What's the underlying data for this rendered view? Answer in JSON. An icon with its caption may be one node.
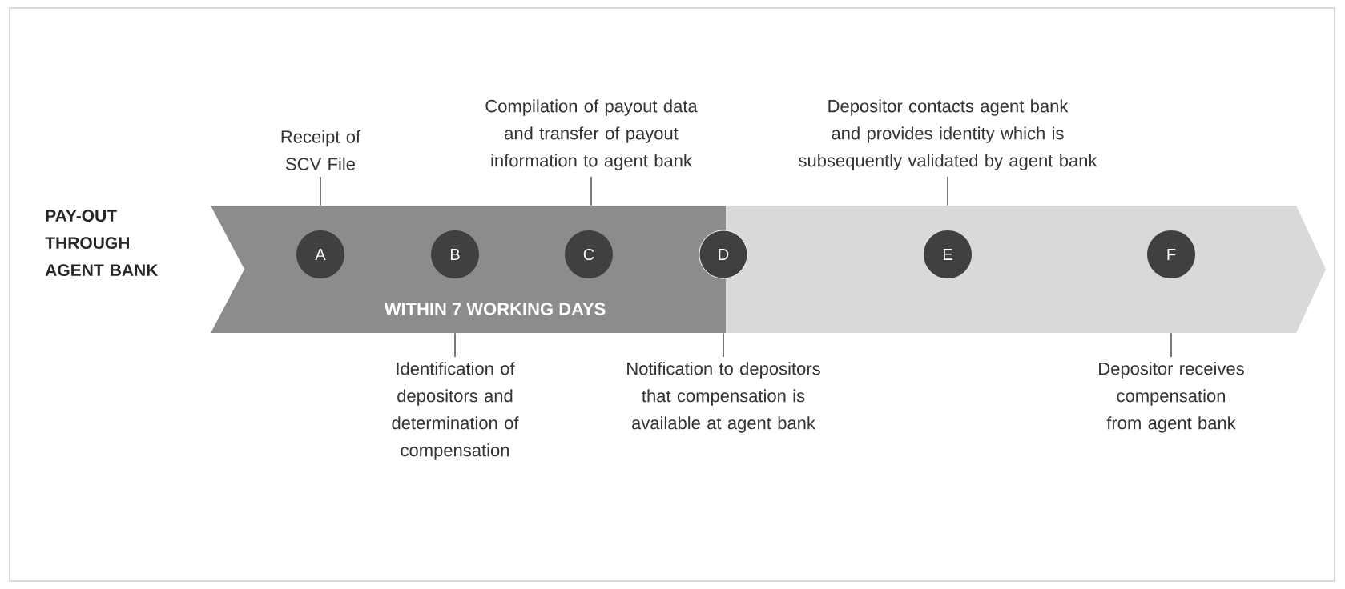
{
  "diagram": {
    "nodes": [
      {
        "text": [
          "WITHIN 7 WORKING DAYS"
        ]
      },
      {
        "text": [],
        "shape": "bar"
      },
      {
        "text": [
          "A"
        ],
        "in": 0
      },
      {
        "text": [
          "B"
        ],
        "in": 0
      },
      {
        "text": [
          "C"
        ],
        "in": 0
      },
      {
        "text": [
          "D"
        ]
      },
      {
        "text": [
          "E"
        ],
        "in": 1
      },
      {
        "text": [
          "F"
        ],
        "in": 1
      },
      {
        "text": [
          "Receipt of SCV File"
        ]
      },
      {
        "text": [
          "Compilation of payout data and transfer of payout information to agent bank"
        ]
      },
      {
        "text": [
          "Depositor contacts agent bank and provides identity which is subsequently validated by agent bank"
        ]
      },
      {
        "text": [
          "Identification of depositors and determination of compensation"
        ]
      },
      {
        "text": [
          "Notification to depositors that compensation is available at agent bank"
        ]
      },
      {
        "text": [
          "Depositor receives compensation from agent bank"
        ]
      }
    ],
    "edges": [
      {
        "from": 8,
        "to": 0,
        "arrow": "none"
      },
      {
        "from": 9,
        "to": 0,
        "arrow": "none"
      },
      {
        "from": 10,
        "to": 1,
        "arrow": "none"
      },
      {
        "from": 11,
        "to": 0,
        "arrow": "none"
      },
      {
        "from": 12,
        "to": 0,
        "arrow": "none"
      },
      {
        "from": 13,
        "to": 1,
        "arrow": "none"
      }
    ],
    "labels": [
      "PAY-OUT THROUGH AGENT BANK"
    ]
  }
}
